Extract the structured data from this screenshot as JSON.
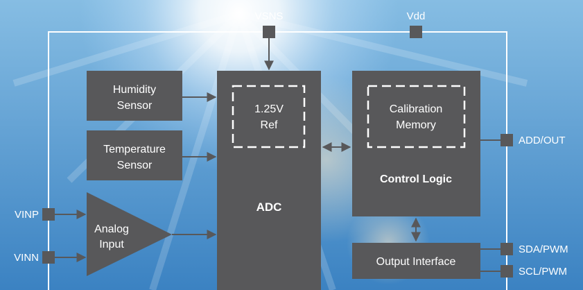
{
  "colors": {
    "sky_top": "#7fb6de",
    "sky_bottom": "#3f86c4",
    "sun": "#ffffff",
    "block_fill": "#58585a",
    "block_text": "#ffffff",
    "pin_fill": "#58585a",
    "pin_label": "#ffffff",
    "connector": "#58585a",
    "chip_outline": "#ffffff"
  },
  "pins": {
    "vsns": "VSNS",
    "vdd": "Vdd",
    "add_out": "ADD/OUT",
    "sda_pwm": "SDA/PWM",
    "scl_pwm": "SCL/PWM",
    "vinp": "VINP",
    "vinn": "VINN"
  },
  "blocks": {
    "humidity_sensor": [
      "Humidity",
      "Sensor"
    ],
    "temperature_sensor": [
      "Temperature",
      "Sensor"
    ],
    "analog_input": [
      "Analog",
      "Input"
    ],
    "reference": [
      "1.25V",
      "Ref"
    ],
    "adc": "ADC",
    "calibration_memory": [
      "Calibration",
      "Memory"
    ],
    "control_logic": "Control Logic",
    "output_interface": "Output Interface"
  }
}
